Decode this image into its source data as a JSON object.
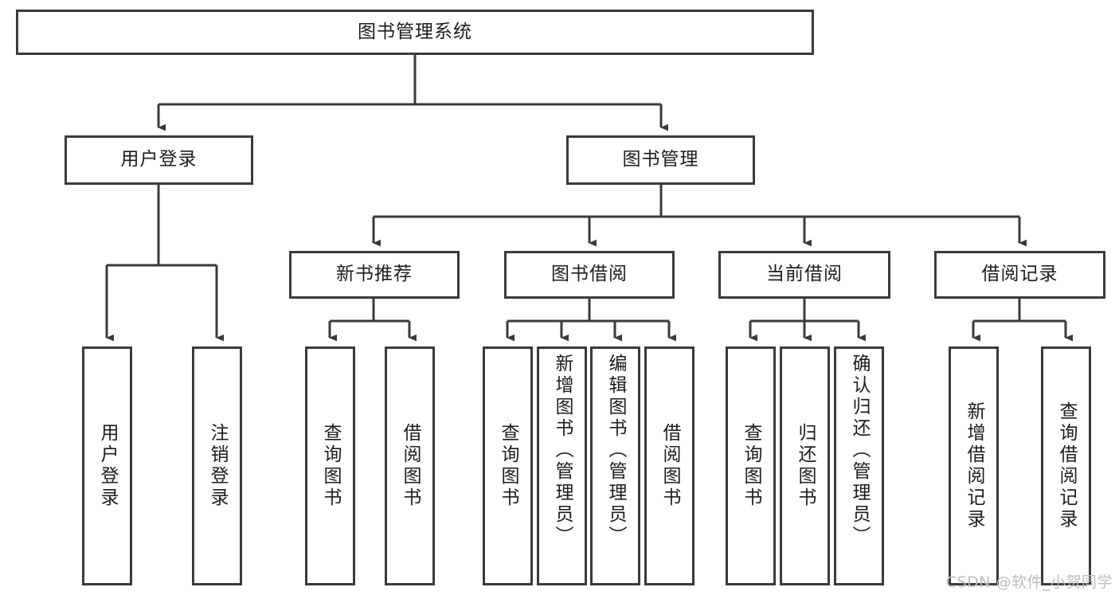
{
  "diagram": {
    "type": "tree-hierarchy",
    "title": "图书管理系统",
    "watermark": "CSDN @软件_小贺同学",
    "colors": {
      "stroke": "#3a3a3a",
      "background": "#ffffff",
      "text": "#1c1c1c",
      "watermark": "#bdbdbd"
    },
    "root": {
      "label": "图书管理系统"
    },
    "level2": [
      {
        "label": "用户登录"
      },
      {
        "label": "图书管理"
      }
    ],
    "level3": [
      {
        "label": "新书推荐"
      },
      {
        "label": "图书借阅"
      },
      {
        "label": "当前借阅"
      },
      {
        "label": "借阅记录"
      }
    ],
    "leaves": {
      "user_login": [
        {
          "label": "用户登录"
        },
        {
          "label": "注销登录"
        }
      ],
      "new_book": [
        {
          "label": "查询图书"
        },
        {
          "label": "借阅图书"
        }
      ],
      "book_borrow": [
        {
          "label": "查询图书"
        },
        {
          "label": "新增图书（管理员）"
        },
        {
          "label": "编辑图书（管理员）"
        },
        {
          "label": "借阅图书"
        }
      ],
      "current_borrow": [
        {
          "label": "查询图书"
        },
        {
          "label": "归还图书"
        },
        {
          "label": "确认归还（管理员）"
        }
      ],
      "borrow_record": [
        {
          "label": "新增借阅记录"
        },
        {
          "label": "查询借阅记录"
        }
      ]
    }
  }
}
